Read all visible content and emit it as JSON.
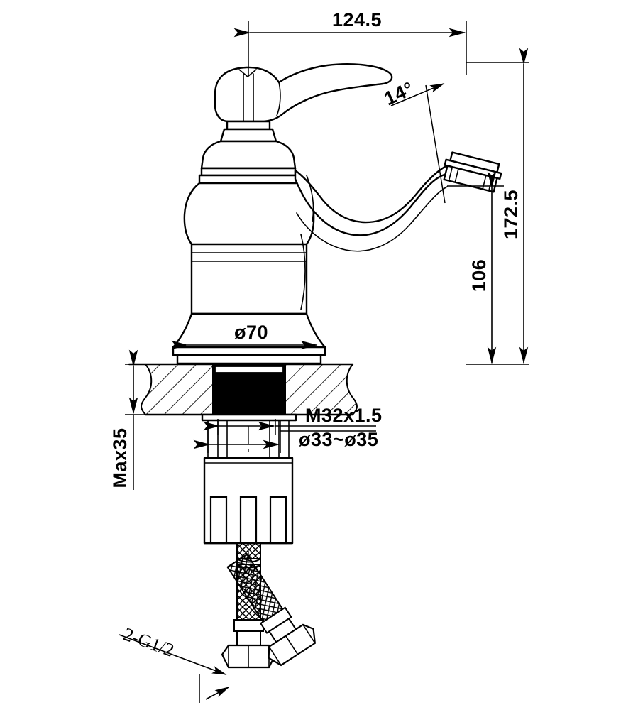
{
  "drawing": {
    "title": "Single-hole basin faucet dimensional drawing",
    "units": "mm",
    "background_color": "#ffffff",
    "line_color": "#000000"
  },
  "dimensions": {
    "spout_reach": {
      "label": "124.5",
      "orientation": "horizontal",
      "position": "top"
    },
    "overall_height": {
      "label": "172.5",
      "orientation": "vertical-rotated",
      "position": "right-outer"
    },
    "spout_height": {
      "label": "106",
      "orientation": "vertical-rotated",
      "position": "right-inner"
    },
    "base_diameter": {
      "label": "ø70",
      "orientation": "horizontal",
      "position": "base-flange"
    },
    "counter_thickness": {
      "label": "Max35",
      "orientation": "vertical-rotated",
      "position": "left"
    },
    "spout_angle": {
      "label": "14°",
      "orientation": "diagonal",
      "position": "spout-tip"
    },
    "shank_thread": {
      "label": "M32x1.5",
      "orientation": "horizontal",
      "position": "shank-upper"
    },
    "mounting_hole": {
      "label": "ø33~ø35",
      "orientation": "horizontal",
      "position": "shank-lower"
    },
    "supply_connection": {
      "label": "2-G1/2",
      "orientation": "diagonal",
      "position": "bottom-left"
    }
  },
  "parts": {
    "handle": "lever-handle",
    "cap": "dome-cap",
    "body": "bulbous-body",
    "spout": "curved-spout",
    "aerator": "aerator-tip",
    "flange": "base-flange",
    "countertop": "counter-section-hatched",
    "shank": "threaded-shank",
    "bracket": "mounting-bracket",
    "hoses": "braided-supply-hoses",
    "nuts": "hex-coupling-nuts"
  }
}
